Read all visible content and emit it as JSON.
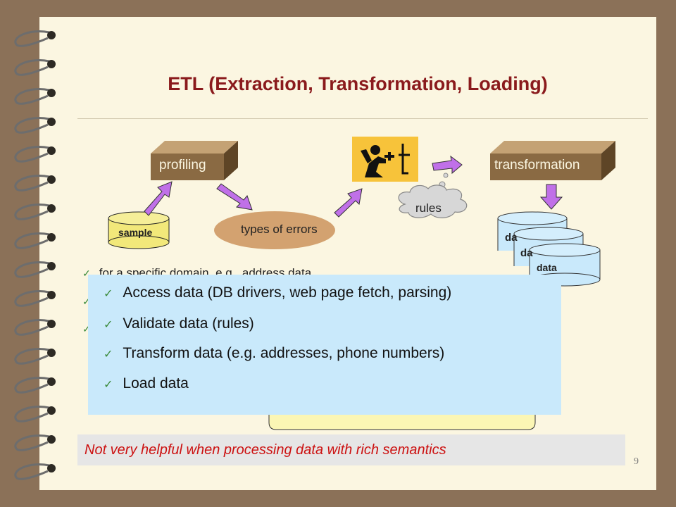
{
  "slide": {
    "title": "ETL (Extraction, Transformation, Loading)",
    "page_number": "9"
  },
  "diagram": {
    "profiling_label": "profiling",
    "transformation_label": "transformation",
    "sample_label": "sample",
    "types_of_errors_label": "types of errors",
    "rules_label": "rules",
    "data_stack_labels": [
      "da",
      "da",
      "data"
    ],
    "worker_icon": "worker-with-tools-icon"
  },
  "bullets": [
    "for a specific domain, e.g., address data"
  ],
  "popup": {
    "items": [
      "Access data (DB drivers, web page fetch, parsing)",
      "Validate data (rules)",
      "Transform data (e.g. addresses, phone numbers)",
      "Load data"
    ]
  },
  "note": {
    "text": "Not very helpful when processing data with rich semantics"
  },
  "colors": {
    "title": "#8a1a1c",
    "box": "#8a6a43",
    "arrow": "#c070e8",
    "sample": "#f2e87a",
    "ellipse": "#d3a270",
    "popup": "#c9e9fb",
    "note_text": "#cc1111"
  }
}
